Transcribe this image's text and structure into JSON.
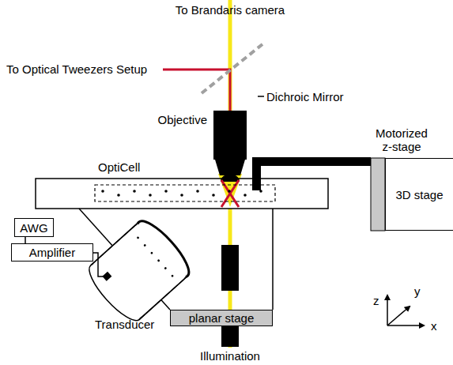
{
  "diagram": {
    "nodes": [
      {
        "text": [
          "AWG"
        ]
      },
      {
        "text": [
          "Amplifier"
        ]
      },
      {
        "text": [
          "3D stage"
        ]
      },
      {
        "text": [
          "planar stage"
        ]
      }
    ],
    "edges": [
      {
        "from": 0,
        "to": 1,
        "arrow": "none"
      }
    ],
    "labels": [
      "To Brandaris camera",
      "To Optical Tweezers Setup",
      "Dichroic Mirror",
      "Objective",
      "OptiCell",
      "Motorized z-stage",
      "Transducer",
      "Illumination",
      "z",
      "y",
      "x"
    ]
  }
}
